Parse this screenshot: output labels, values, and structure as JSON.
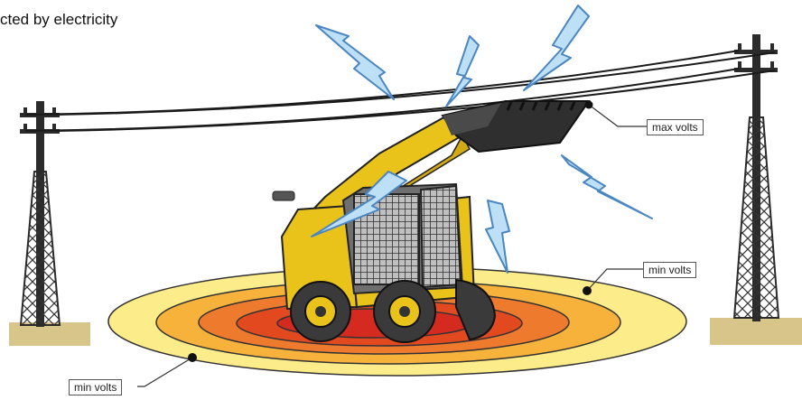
{
  "caption": "cted by electricity",
  "labels": {
    "max": "max volts",
    "min_right": "min volts",
    "min_left": "min volts"
  },
  "icons": [
    "lightning-bolt-icon",
    "power-pole-icon",
    "skid-steer-loader-icon"
  ],
  "colors": {
    "zone_outer": "#FCEC8A",
    "zone_2": "#F7B23B",
    "zone_3": "#EE7A2E",
    "zone_4": "#E2491F",
    "zone_inner": "#D42A20",
    "loader_yellow": "#E9C21A",
    "bolt_fill": "#BEE0F7",
    "bolt_stroke": "#4A86C2",
    "ground": "#D8C58A"
  }
}
